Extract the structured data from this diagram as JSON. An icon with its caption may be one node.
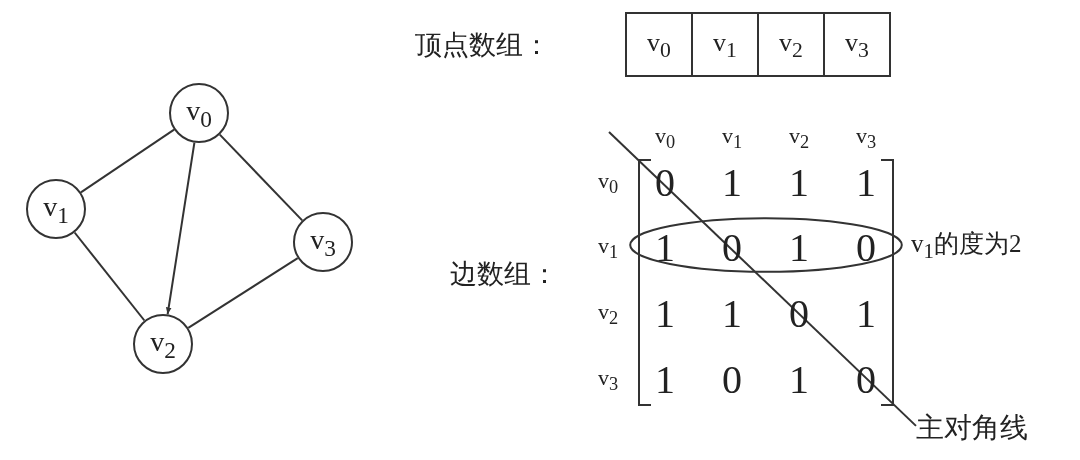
{
  "diagram": {
    "nodes": [
      {
        "text": [
          "v$_{0}$"
        ]
      },
      {
        "text": [
          "v$_{1}$"
        ]
      },
      {
        "text": [
          "v$_{2}$"
        ]
      },
      {
        "text": [
          "v$_{3}$"
        ]
      },
      {
        "text": [
          "v$_{0}$"
        ]
      },
      {
        "text": [
          "v$_{1}$"
        ]
      },
      {
        "text": [
          "v$_{2}$"
        ]
      },
      {
        "text": [
          "v$_{3}$"
        ]
      },
      {
        "text": [],
        "shape": "ellipse",
        "beside": [
          "v$_{1}$的度为2"
        ]
      },
      {
        "text": [
          "主对角线"
        ]
      }
    ],
    "edges": [
      {
        "from": 0,
        "to": 1,
        "arrow": "none"
      },
      {
        "from": 0,
        "to": 2,
        "arrow": "to"
      },
      {
        "from": 0,
        "to": 3,
        "arrow": "none"
      },
      {
        "from": 1,
        "to": 2,
        "arrow": "none"
      },
      {
        "from": 2,
        "to": 3,
        "arrow": "none"
      },
      {
        "from": 9,
        "to": null,
        "arrow": "none"
      }
    ],
    "labels": [
      "顶点数组：",
      "边数组：",
      "v$_{0}$",
      "v$_{1}$",
      "v$_{2}$",
      "v$_{3}$",
      "v$_{0}$",
      "0",
      "1",
      "1",
      "1",
      "v$_{1}$",
      "1",
      "0",
      "1",
      "0",
      "v$_{2}$",
      "1",
      "1",
      "0",
      "1",
      "v$_{3}$",
      "1",
      "0",
      "1",
      "0"
    ]
  }
}
